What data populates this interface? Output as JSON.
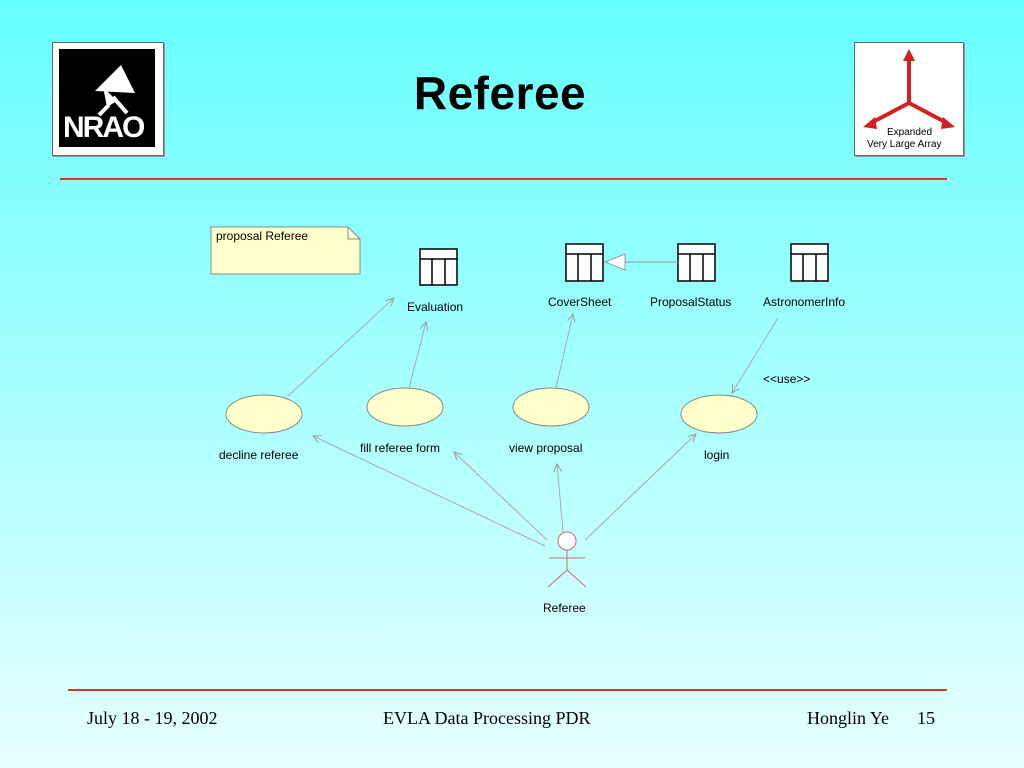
{
  "slide": {
    "title": "Referee"
  },
  "logos": {
    "left": {
      "text": "NRAO",
      "icon": "nrao-telescope-logo"
    },
    "right": {
      "line1": "Expanded",
      "line2": "Very Large Array",
      "icon": "evla-three-arm-logo"
    }
  },
  "diagram": {
    "note": "proposal Referee",
    "classes": {
      "evaluation": "Evaluation",
      "coversheet": "CoverSheet",
      "proposalstatus": "ProposalStatus",
      "astronomerinfo": "AstronomerInfo"
    },
    "use_cases": {
      "decline": "decline referee",
      "fill": "fill referee form",
      "view": "view proposal",
      "login": "login"
    },
    "stereotype": "<<use>>",
    "actor": "Referee"
  },
  "footer": {
    "date": "July 18 - 19, 2002",
    "event": "EVLA Data Processing PDR",
    "author": "Honglin Ye",
    "page": "15"
  },
  "colors": {
    "accent_rule": "#e03030",
    "usecase_fill": "#ffffcc",
    "line": "#aaaaaa"
  }
}
